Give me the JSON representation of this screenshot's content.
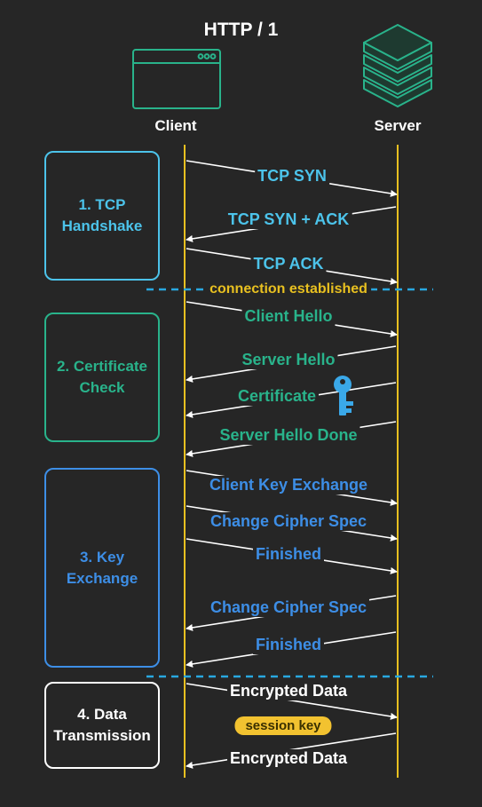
{
  "title": "HTTP / 1",
  "actors": {
    "client": "Client",
    "server": "Server"
  },
  "phases": [
    {
      "label": "1. TCP\nHandshake",
      "color": "#4cc3ea"
    },
    {
      "label": "2. Certificate\nCheck",
      "color": "#29b38b"
    },
    {
      "label": "3. Key\nExchange",
      "color": "#3d8ee6"
    },
    {
      "label": "4. Data\nTransmission",
      "color": "#ffffff"
    }
  ],
  "messages": [
    {
      "label": "TCP SYN",
      "direction": "client-to-server",
      "phase": 1
    },
    {
      "label": "TCP SYN + ACK",
      "direction": "server-to-client",
      "phase": 1
    },
    {
      "label": "TCP ACK",
      "direction": "client-to-server",
      "phase": 1
    },
    {
      "label": "Client Hello",
      "direction": "client-to-server",
      "phase": 2
    },
    {
      "label": "Server Hello",
      "direction": "server-to-client",
      "phase": 2
    },
    {
      "label": "Certificate",
      "direction": "server-to-client",
      "phase": 2
    },
    {
      "label": "Server Hello Done",
      "direction": "server-to-client",
      "phase": 2
    },
    {
      "label": "Client Key Exchange",
      "direction": "client-to-server",
      "phase": 3
    },
    {
      "label": "Change Cipher Spec",
      "direction": "client-to-server",
      "phase": 3
    },
    {
      "label": "Finished",
      "direction": "client-to-server",
      "phase": 3
    },
    {
      "label": "Change Cipher Spec",
      "direction": "server-to-client",
      "phase": 3
    },
    {
      "label": "Finished",
      "direction": "server-to-client",
      "phase": 3
    },
    {
      "label": "Encrypted Data",
      "direction": "client-to-server",
      "phase": 4
    },
    {
      "label": "Encrypted Data",
      "direction": "server-to-client",
      "phase": 4
    }
  ],
  "notes": {
    "connection": "connection established",
    "session_key": "session key"
  },
  "icons": {
    "client": "browser-window-icon",
    "server": "server-stack-icon",
    "certificate": "key-icon"
  },
  "colors": {
    "lifeline": "#e8c020",
    "separator": "#29a8e0",
    "arrow": "#ffffff"
  }
}
